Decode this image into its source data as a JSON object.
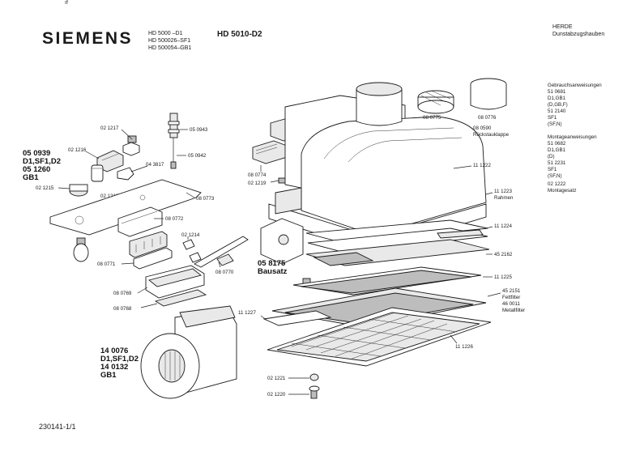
{
  "header": {
    "brand": "SIEMENS",
    "model_variants": [
      "HD 5000    –D1",
      "HD 500026–SF1",
      "HD 500054–GB1"
    ],
    "main_model": "HD 5010-D2",
    "appliance_type": [
      "HERDE",
      "Dunstabzugshauben"
    ]
  },
  "footer": {
    "document_number": "230141-1/1"
  },
  "corner_mark": "ıf",
  "documentation": [
    "Gebrauchsanweisungen",
    "51 0681",
    "D1,GB1",
    "(D,GB,F)",
    "51 2140",
    "SF1",
    "(SF,N)",
    "",
    "Montageanweisungen",
    "51 0682",
    "D1,GB1",
    "(D)",
    "51 2231",
    "SF1",
    "(SF,N)",
    "",
    "02 1222",
    "Montagesatz"
  ],
  "part_labels": {
    "p021217": "02 1217",
    "p050943": "05 0943",
    "p021216": "02 1216",
    "p050942": "05 0942",
    "p043817": "04 3817",
    "p021215": "02 1215",
    "p021218": "02 1218",
    "p080773": "08 0773",
    "p080772": "08 0772",
    "p021214": "02 1214",
    "p080771": "08 0771",
    "p080770": "08 0770",
    "p080769": "08 0769",
    "p080768": "08 0768",
    "p080774": "08 0774",
    "p021219": "02 1219",
    "p080775": "08 0775",
    "p080776": "08 0776",
    "p080590": "08 0590",
    "p080590_desc": "Rückstauklappe",
    "p111222": "11 1222",
    "p111223": "11 1223",
    "p111223_desc": "Rahmen",
    "p111224": "11 1224",
    "p452162": "45 2162",
    "p111225": "11 1225",
    "p452151": "45 2151",
    "p452151_desc": "Fettfilter",
    "p460011": "46 0011",
    "p460011_desc": "Metallfilter",
    "p111227": "11 1227",
    "p111226": "11 1226",
    "p021221": "02 1221",
    "p021220": "02 1220"
  },
  "group_labels": {
    "motor_group": [
      "05 0939",
      "D1,SF1,D2",
      "05 1260",
      "GB1"
    ],
    "kit": [
      "05 8175",
      "Bausatz"
    ],
    "fan_group": [
      "14 0076",
      "D1,SF1,D2",
      "14 0132",
      "GB1"
    ]
  }
}
